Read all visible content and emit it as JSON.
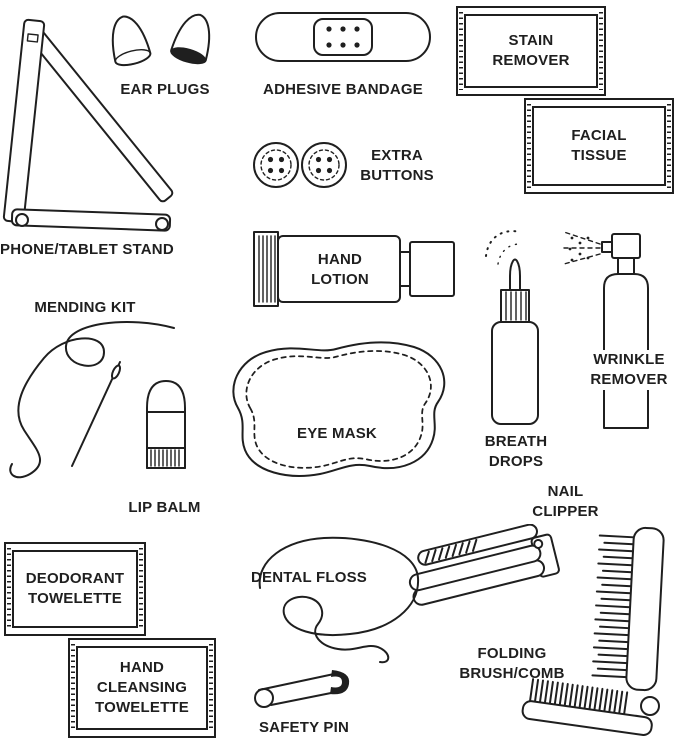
{
  "palette": {
    "ink": "#1f1f1f",
    "background": "#ffffff"
  },
  "items": {
    "phone_tablet_stand": {
      "label": "PHONE/TABLET STAND"
    },
    "ear_plugs": {
      "label": "EAR PLUGS"
    },
    "adhesive_bandage": {
      "label": "ADHESIVE BANDAGE"
    },
    "stain_remover": {
      "label": "STAIN REMOVER"
    },
    "facial_tissue": {
      "label": "FACIAL TISSUE"
    },
    "extra_buttons": {
      "label": "EXTRA BUTTONS"
    },
    "hand_lotion": {
      "label": "HAND LOTION"
    },
    "breath_drops": {
      "label": "BREATH DROPS"
    },
    "wrinkle_remover": {
      "label": "WRINKLE REMOVER"
    },
    "mending_kit": {
      "label": "MENDING KIT"
    },
    "lip_balm": {
      "label": "LIP BALM"
    },
    "eye_mask": {
      "label": "EYE MASK"
    },
    "nail_clipper": {
      "label": "NAIL CLIPPER"
    },
    "deodorant_towelette": {
      "label": "DEODORANT TOWELETTE"
    },
    "hand_cleansing_towelette": {
      "label": "HAND CLEANSING TOWELETTE"
    },
    "dental_floss": {
      "label": "DENTAL FLOSS"
    },
    "safety_pin": {
      "label": "SAFETY PIN"
    },
    "folding_brush_comb": {
      "label": "FOLDING BRUSH/COMB"
    }
  }
}
